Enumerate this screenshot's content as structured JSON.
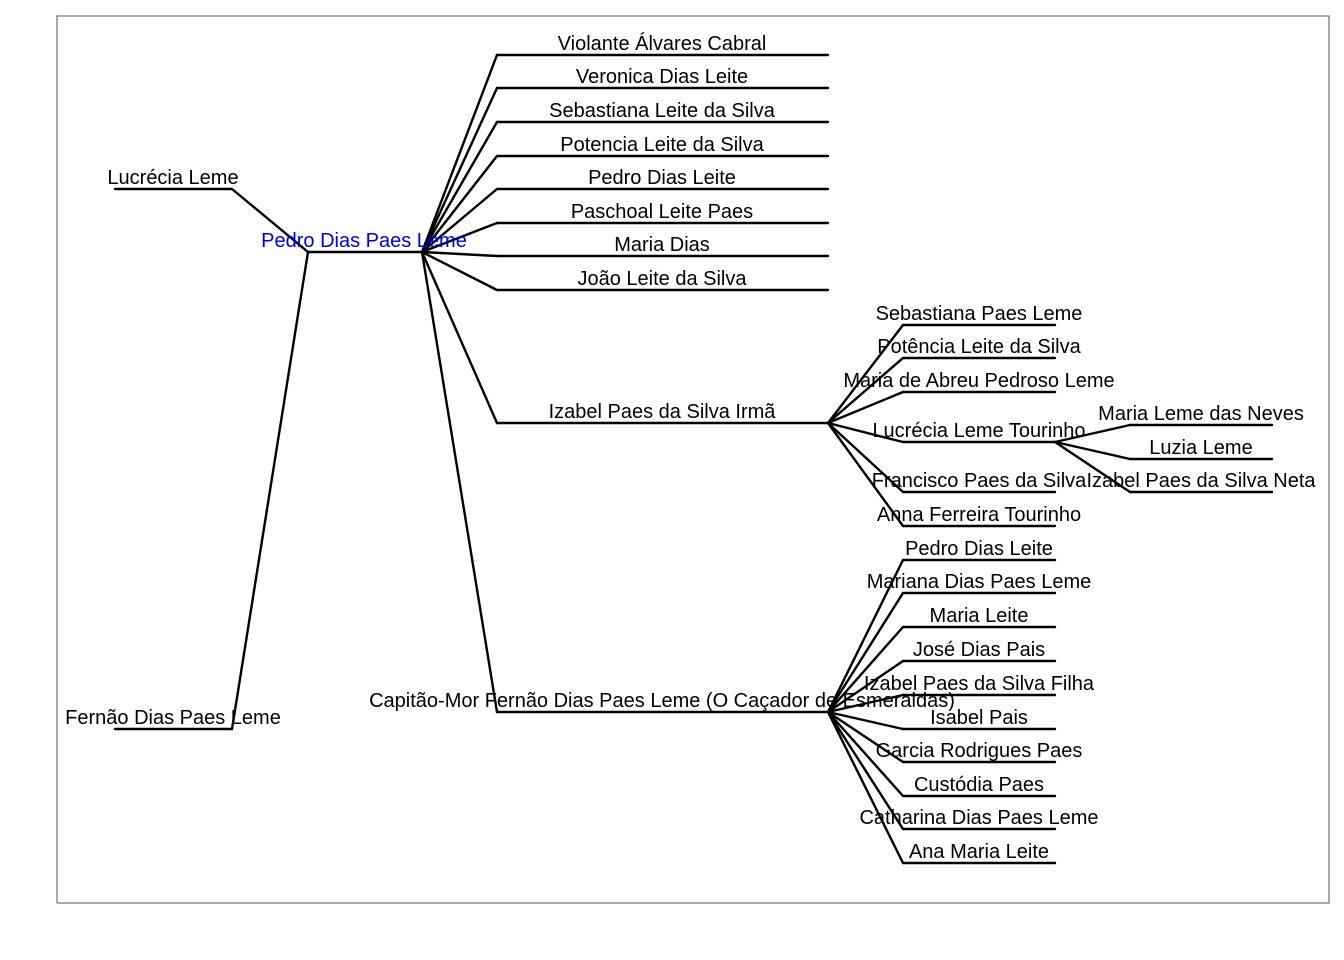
{
  "colors": {
    "line": "#000000",
    "text": "#000000",
    "focus": "#0000dd",
    "frame": "#555555"
  },
  "tree": {
    "focus": "Pedro Dias Paes Leme",
    "parents": [
      "Lucrécia Leme",
      "Fernão Dias Paes Leme"
    ],
    "children": [
      {
        "name": "Violante Álvares Cabral",
        "children": []
      },
      {
        "name": "Veronica Dias Leite",
        "children": []
      },
      {
        "name": "Sebastiana Leite da Silva",
        "children": []
      },
      {
        "name": "Potencia Leite da Silva",
        "children": []
      },
      {
        "name": "Pedro Dias Leite",
        "children": []
      },
      {
        "name": "Paschoal Leite Paes",
        "children": []
      },
      {
        "name": "Maria Dias",
        "children": []
      },
      {
        "name": "João Leite da Silva",
        "children": []
      },
      {
        "name": "Izabel Paes da Silva Irmã",
        "children": [
          {
            "name": "Sebastiana Paes Leme",
            "children": []
          },
          {
            "name": "Potência Leite da Silva",
            "children": []
          },
          {
            "name": "Maria de Abreu Pedroso Leme",
            "children": []
          },
          {
            "name": "Lucrécia Leme Tourinho",
            "children": [
              {
                "name": "Maria Leme das Neves",
                "children": []
              },
              {
                "name": "Luzia Leme",
                "children": []
              },
              {
                "name": "Izabel Paes da Silva Neta",
                "children": []
              }
            ]
          },
          {
            "name": "Francisco Paes da Silva",
            "children": []
          },
          {
            "name": "Anna Ferreira Tourinho",
            "children": []
          }
        ]
      },
      {
        "name": "Capitão-Mor Fernão Dias Paes Leme (O Caçador de Esmeraldas)",
        "children": [
          {
            "name": "Pedro Dias Leite",
            "children": []
          },
          {
            "name": "Mariana Dias Paes Leme",
            "children": []
          },
          {
            "name": "Maria Leite",
            "children": []
          },
          {
            "name": "José Dias Pais",
            "children": []
          },
          {
            "name": "Izabel Paes da Silva Filha",
            "children": []
          },
          {
            "name": "Isabel Pais",
            "children": []
          },
          {
            "name": "Garcia Rodrigues Paes",
            "children": []
          },
          {
            "name": "Custódia Paes",
            "children": []
          },
          {
            "name": "Catharina Dias Paes Leme",
            "children": []
          },
          {
            "name": "Ana Maria Leite",
            "children": []
          }
        ]
      }
    ]
  }
}
